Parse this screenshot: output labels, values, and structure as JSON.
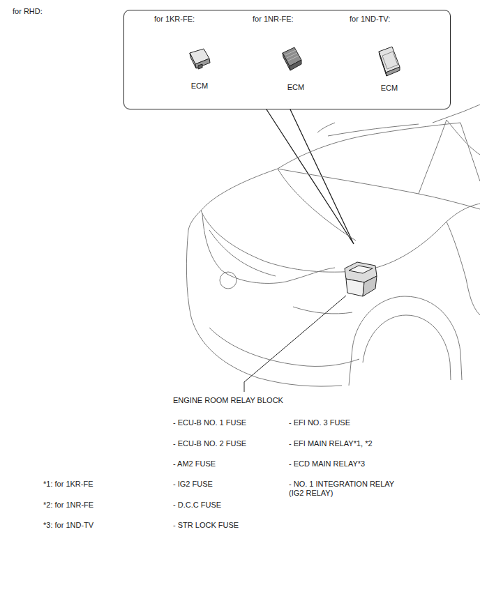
{
  "diagram": {
    "nodes": [
      {
        "text": [
          "for 1KR-FE:",
          "for 1NR-FE:",
          "for 1ND-TV:",
          "ECM",
          "ECM",
          "ECM"
        ]
      }
    ],
    "labels": [
      "for RHD:",
      "ENGINE ROOM RELAY BLOCK",
      "- ECU-B NO. 1 FUSE",
      "- ECU-B NO. 2 FUSE",
      "- AM2 FUSE",
      "- IG2 FUSE",
      "- D.C.C FUSE",
      "- STR LOCK FUSE",
      "- EFI NO. 3 FUSE",
      "- EFI MAIN RELAY*1, *2",
      "- ECD MAIN RELAY*3",
      "- NO. 1 INTEGRATION RELAY (IG2 RELAY)",
      "*1: for 1KR-FE",
      "*2: for 1NR-FE",
      "*3: for 1ND-TV"
    ]
  }
}
